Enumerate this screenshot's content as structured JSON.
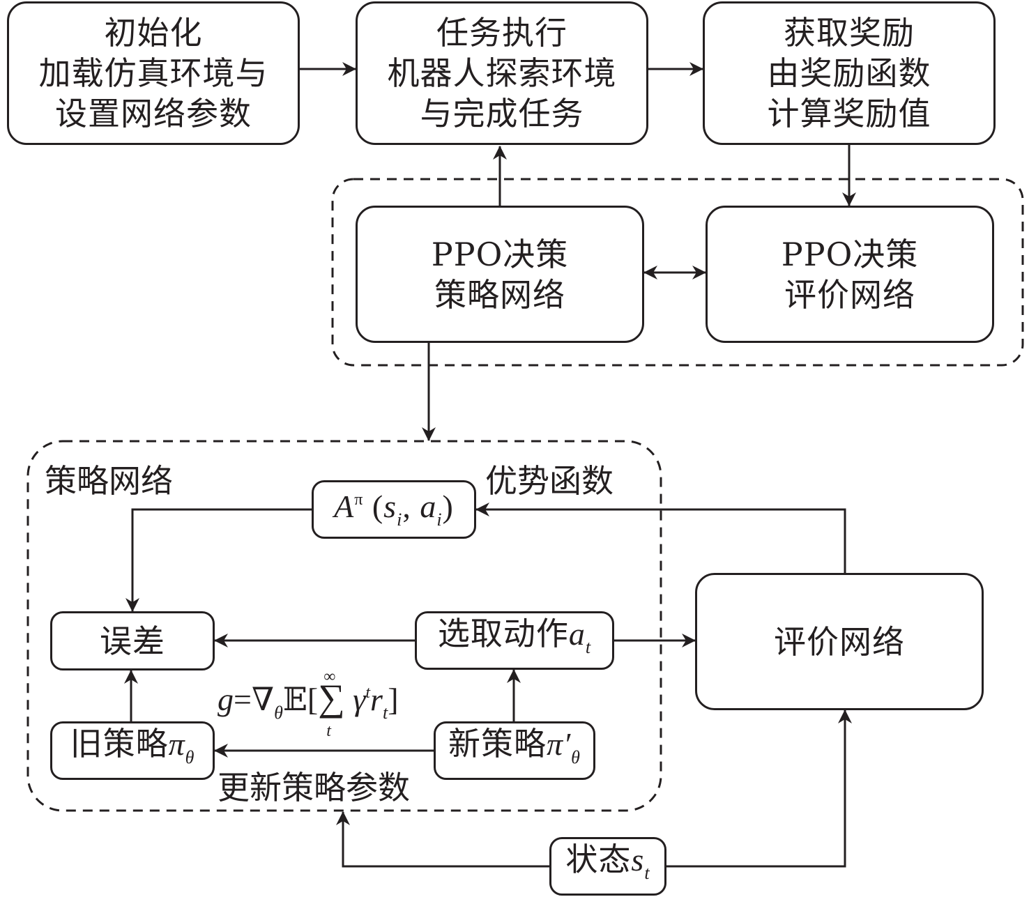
{
  "top_row": {
    "init": {
      "lines": [
        "初始化",
        "加载仿真环境与",
        "设置网络参数"
      ]
    },
    "execute": {
      "lines": [
        "任务执行",
        "机器人探索环境",
        "与完成任务"
      ]
    },
    "reward": {
      "lines": [
        "获取奖励",
        "由奖励函数",
        "计算奖励值"
      ]
    }
  },
  "ppo_group": {
    "policy": {
      "lines": [
        "PPO决策",
        "策略网络"
      ]
    },
    "critic": {
      "lines": [
        "PPO决策",
        "评价网络"
      ]
    }
  },
  "policy_group": {
    "title": "策略网络",
    "advantage_label": "优势函数",
    "advantage_box": {
      "A": "A",
      "pi": "π",
      "open": " (",
      "s": "s",
      "i1": "i",
      "comma": ", ",
      "a": "a",
      "i2": "i",
      "close": ")"
    },
    "error_box": "误差",
    "select_action": {
      "text": "选取动作",
      "a": "a",
      "t": "t"
    },
    "old_policy": {
      "text": "旧策略",
      "pi": "π",
      "theta": "θ"
    },
    "new_policy": {
      "text": "新策略",
      "pi": "π′",
      "theta": "θ"
    },
    "gradient": {
      "g": "g",
      "eq": "=∇",
      "theta": "θ",
      "E": "𝔼[",
      "sum": "∑",
      "inf": "∞",
      "t_lower": "t",
      "gamma": " γ",
      "t_sup": "t",
      "r": "r",
      "t_sub": "t",
      "end": "]"
    },
    "update_label": "更新策略参数"
  },
  "critic_box": "评价网络",
  "state_box": {
    "text": "状态",
    "s": "s",
    "t": "t"
  }
}
